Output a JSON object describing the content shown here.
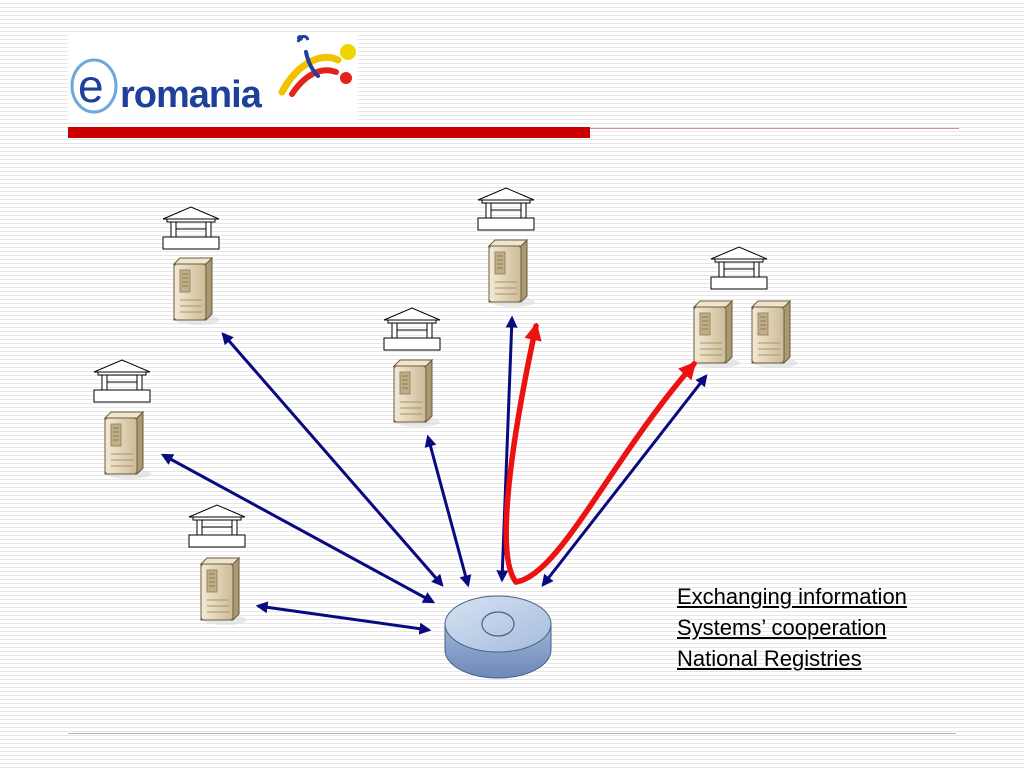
{
  "logo": {
    "text": "romania",
    "letter": "e"
  },
  "legend": [
    "Exchanging information",
    "Systems’ cooperation",
    "National Registries"
  ],
  "colors": {
    "accent_red": "#cc0000",
    "arrow_blue": "#0a0a80",
    "arrow_red": "#ee1111",
    "logo_blue": "#1e3f9a"
  },
  "icons": [
    "institution-building-icon",
    "server-tower-icon",
    "central-hub-disk-icon"
  ]
}
